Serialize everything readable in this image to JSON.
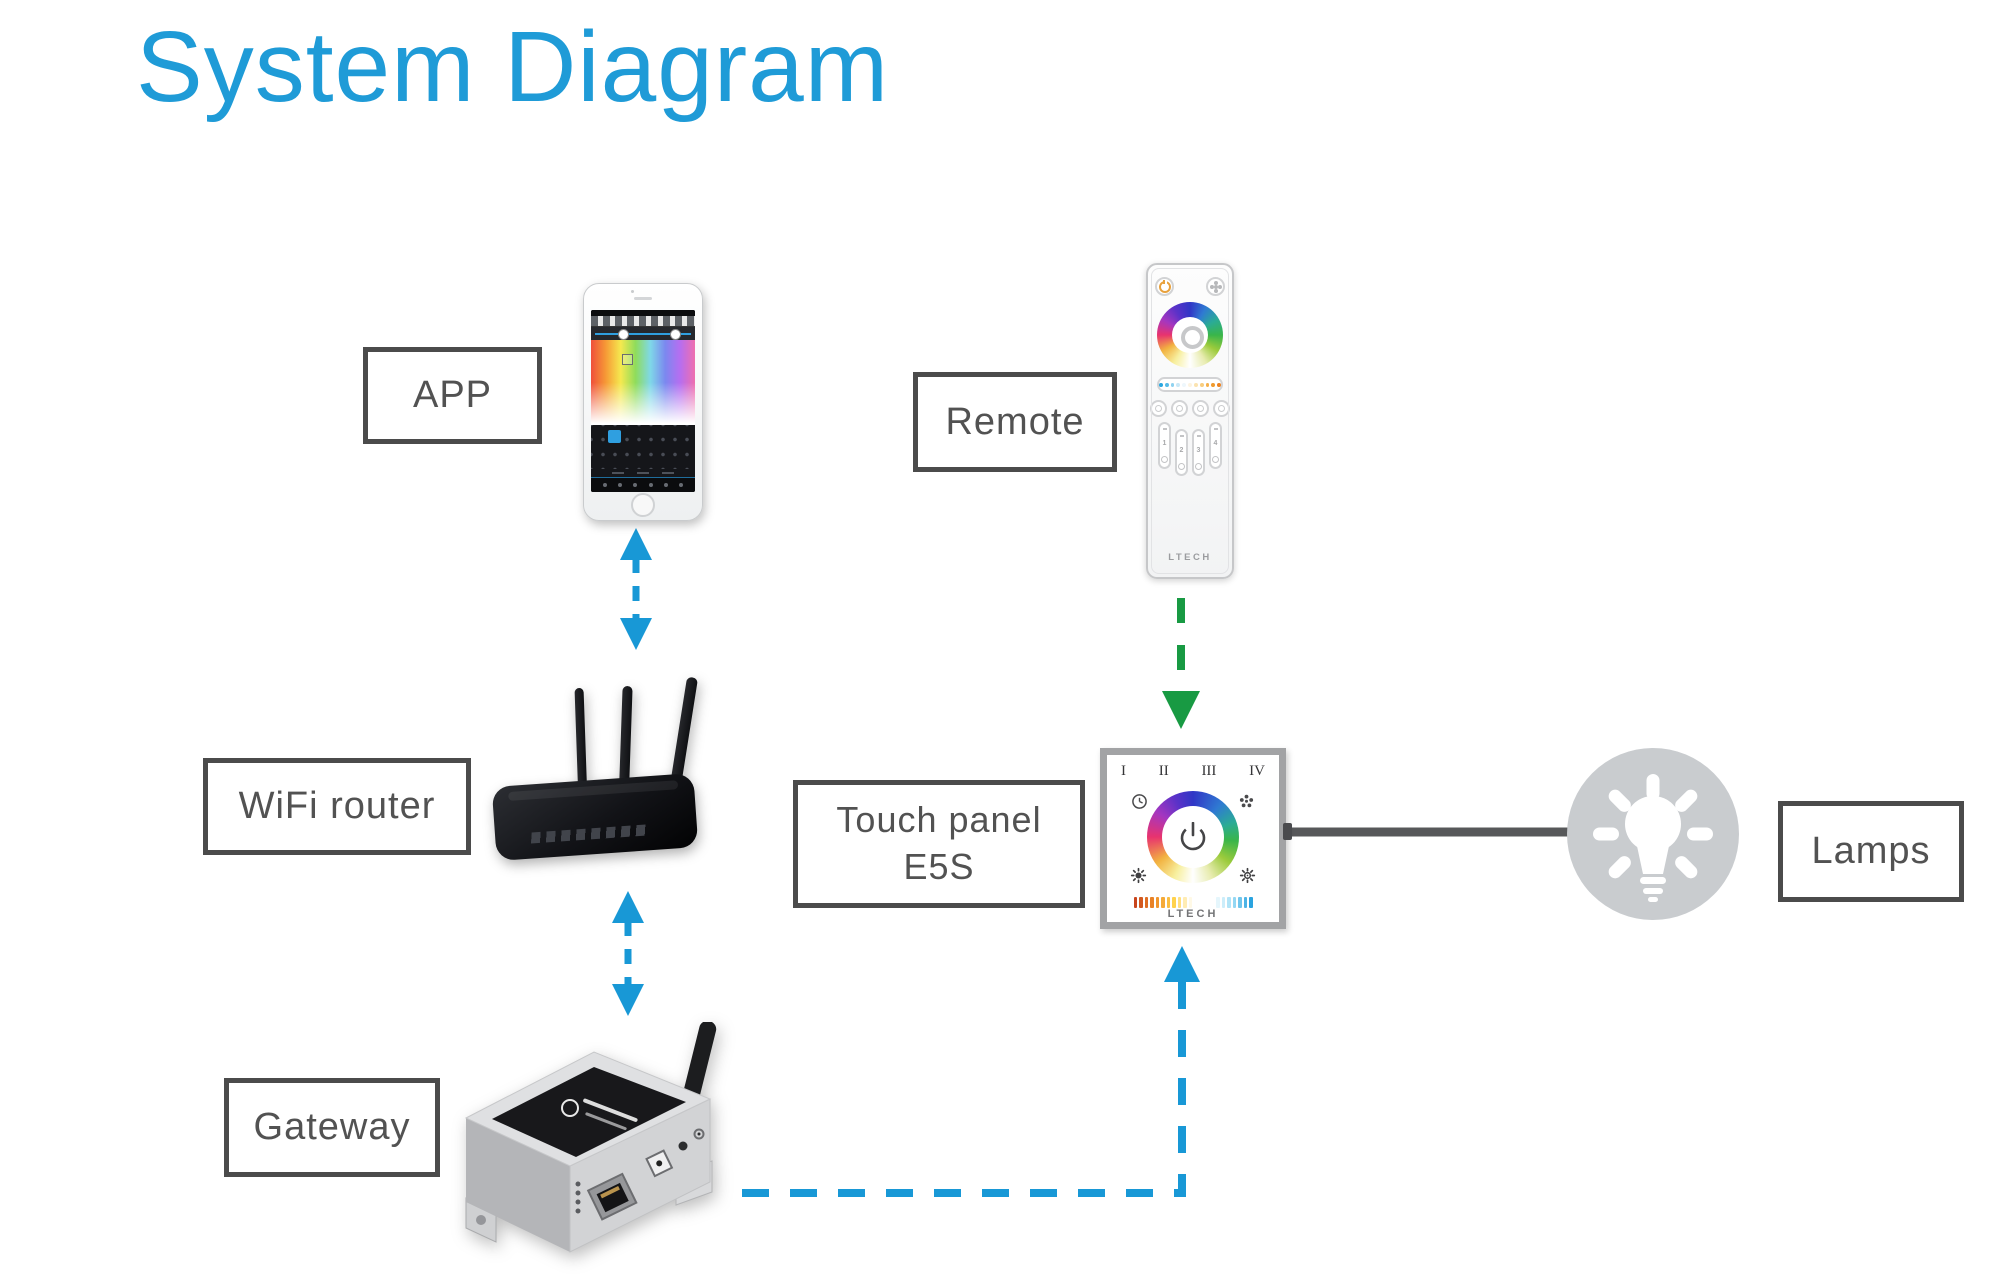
{
  "title": "System Diagram",
  "labels": {
    "app": "APP",
    "remote": "Remote",
    "wifi_router": "WiFi router",
    "touch_panel_line1": "Touch panel",
    "touch_panel_line2": "E5S",
    "gateway": "Gateway",
    "lamps": "Lamps"
  },
  "touch_panel": {
    "brand": "LTECH",
    "zones": [
      "I",
      "II",
      "III",
      "IV"
    ],
    "colorbar_stops": [
      "#c8451d",
      "#ee8c28",
      "#ffd24d",
      "#ffffff",
      "#ffffff",
      "#a5e0f6",
      "#2aa3df"
    ]
  },
  "remote": {
    "brand": "LTECH",
    "zone_buttons": [
      "1",
      "2",
      "3",
      "4"
    ],
    "slider_dot_colors": [
      "#2aa7e0",
      "#55bbe8",
      "#8fd2f0",
      "#c9e8f7",
      "#eef7fc",
      "#fdf3e0",
      "#fbe3b0",
      "#f9cd7e",
      "#f5b04b",
      "#f09a2d",
      "#ec8220"
    ]
  },
  "colors": {
    "title_blue": "#1f9bd7",
    "arrow_blue": "#1898d6",
    "arrow_green": "#189a43",
    "label_border": "#4b4b4b",
    "label_text": "#525252",
    "lamp_circle": "#c9cccf",
    "wire_dark": "#57585a"
  }
}
